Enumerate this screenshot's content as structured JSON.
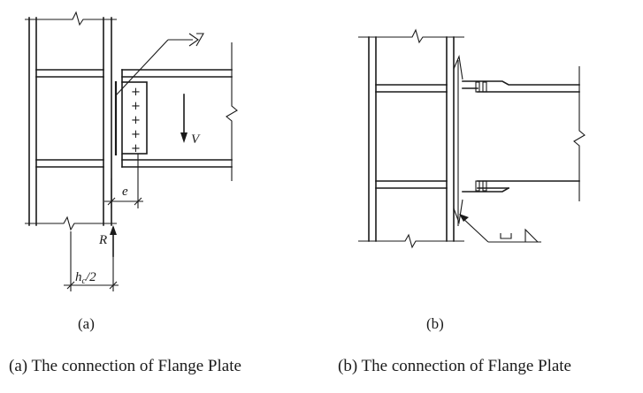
{
  "diagram_a": {
    "shear_label": "V",
    "reaction_label": "R",
    "eccentricity_label": "e",
    "column_depth_label_main": "h",
    "column_depth_label_sub": "c",
    "column_depth_label_tail": "/2",
    "panel_label": "(a)"
  },
  "diagram_b": {
    "panel_label": "(b)"
  },
  "captions": {
    "caption_a": "(a) The connection of Flange Plate",
    "caption_b": "(b) The connection of Flange Plate"
  }
}
